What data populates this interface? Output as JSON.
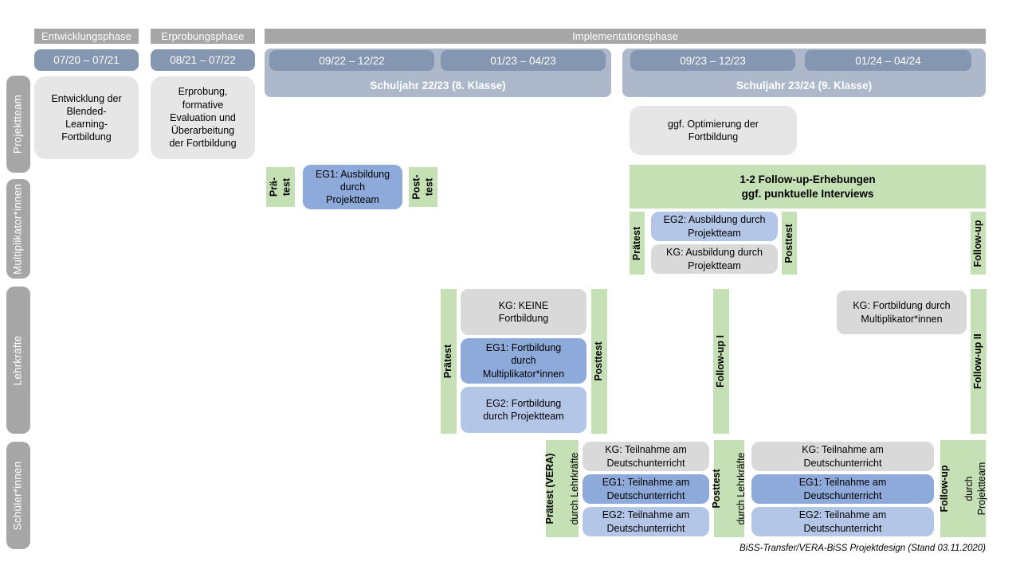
{
  "palette": {
    "phase_header_gray": "#A6A6A6",
    "sidebar_gray": "#A6A6A6",
    "date_slate_blue": "#8496B0",
    "schuljahr_band_blue": "#ADB9CA",
    "projektteam_box_gray": "#E7E6E6",
    "kg_gray": "#D9D9D9",
    "eg1_blue": "#8EAADB",
    "eg2_blue": "#B4C6E7",
    "survey_green": "#C5E0B4"
  },
  "phases": {
    "entwicklung": "Entwicklungsphase",
    "erprobung": "Erprobungsphase",
    "implementation": "Implementationsphase"
  },
  "timeline": {
    "d1": "07/20 – 07/21",
    "d2": "08/21 – 07/22",
    "d3": "09/22 – 12/22",
    "d4": "01/23 – 04/23",
    "d5": "09/23 – 12/23",
    "d6": "01/24 – 04/24",
    "year1": "Schuljahr 22/23 (8. Klasse)",
    "year2": "Schuljahr 23/24 (9. Klasse)"
  },
  "sidebar": {
    "row1": "Projektteam",
    "row2": "Multiplikator*innen",
    "row3": "Lehrkräfte",
    "row4": "Schüler*innen"
  },
  "projektteam": {
    "entwicklung": "Entwicklung der\nBlended-\nLearning-\nFortbildung",
    "erprobung": "Erprobung,\nformative\nEvaluation und\nÜberarbeitung\nder Fortbildung",
    "optimierung": "ggf. Optimierung der\nFortbildung"
  },
  "multiplikatoren": {
    "praetest_1": "Prä-\ntest",
    "eg1": "EG1: Ausbildung\ndurch\nProjektteam",
    "posttest_1": "Post-\ntest",
    "followup_banner": "1-2 Follow-up-Erhebungen\nggf. punktuelle Interviews",
    "praetest_2": "Prätest",
    "eg2": "EG2: Ausbildung durch\nProjektteam",
    "kg": "KG: Ausbildung durch\nProjektteam",
    "posttest_2": "Posttest",
    "followup": "Follow-up"
  },
  "lehrkraefte": {
    "praetest": "Prätest",
    "kg": "KG: KEINE\nFortbildung",
    "eg1": "EG1: Fortbildung\ndurch\nMultiplikator*innen",
    "eg2": "EG2: Fortbildung\ndurch Projektteam",
    "posttest": "Posttest",
    "followup_1": "Follow-up I",
    "kg_2": "KG: Fortbildung durch\nMultiplikator*innen",
    "followup_2": "Follow-up II"
  },
  "schueler": {
    "praetest": "Prätest (VERA)",
    "praetest_sub": "durch Lehrkräfte",
    "kg_1": "KG: Teilnahme am\nDeutschunterricht",
    "eg1_1": "EG1: Teilnahme am\nDeutschunterricht",
    "eg2_1": "EG2: Teilnahme am\nDeutschunterricht",
    "posttest": "Posttest",
    "posttest_sub": "durch Lehrkräfte",
    "kg_2": "KG: Teilnahme am\nDeutschunterricht",
    "eg1_2": "EG1: Teilnahme am\nDeutschunterricht",
    "eg2_2": "EG2: Teilnahme am\nDeutschunterricht",
    "followup": "Follow-up",
    "followup_sub": "durch\nProjektteam"
  },
  "footer": "BiSS-Transfer/VERA-BiSS Projektdesign (Stand 03.11.2020)"
}
